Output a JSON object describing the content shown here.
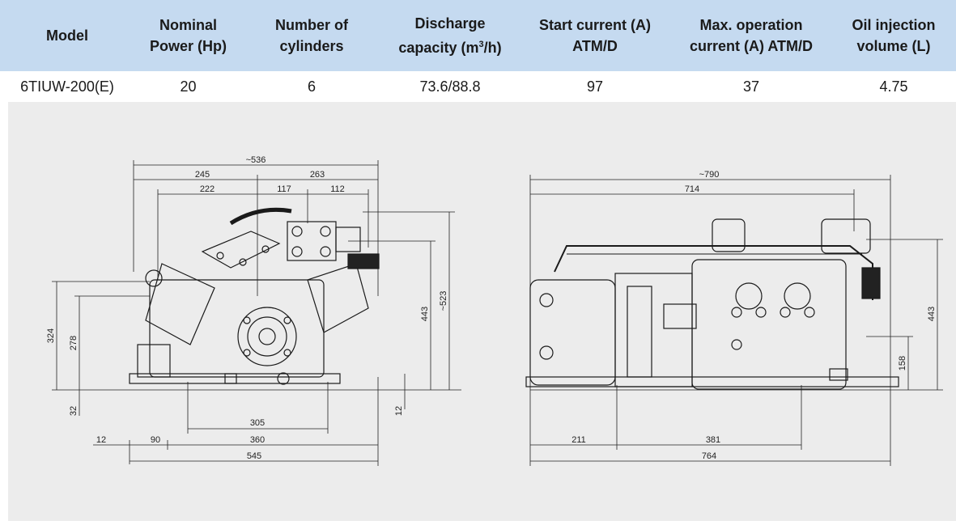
{
  "table": {
    "headers": {
      "model": "Model",
      "power": [
        "Nominal",
        "Power (Hp)"
      ],
      "cylinders": [
        "Number of",
        "cylinders"
      ],
      "discharge": [
        "Discharge",
        "capacity (m",
        "3",
        "/h)"
      ],
      "start_current": [
        "Start current (A)",
        "ATM/D"
      ],
      "max_current": [
        "Max. operation",
        "current (A) ATM/D"
      ],
      "oil": [
        "Oil injection",
        "volume (L)"
      ]
    },
    "row": {
      "model": "6TIUW-200(E)",
      "power": "20",
      "cylinders": "6",
      "discharge": "73.6/88.8",
      "start_current": "97",
      "max_current": "37",
      "oil": "4.75"
    }
  },
  "front_view": {
    "dims": {
      "overall_width": "~536",
      "left_half": "245",
      "right_half": "263",
      "d222": "222",
      "d117": "117",
      "d112": "112",
      "height_total": "~523",
      "height_443": "443",
      "h324": "324",
      "h278": "278",
      "h32": "32",
      "h12": "12",
      "d305": "305",
      "d12": "12",
      "d90": "90",
      "d360": "360",
      "d545": "545"
    }
  },
  "side_view": {
    "dims": {
      "overall_length": "~790",
      "d714": "714",
      "d443": "443",
      "d158": "158",
      "d211": "211",
      "d381": "381",
      "d764": "764"
    }
  }
}
